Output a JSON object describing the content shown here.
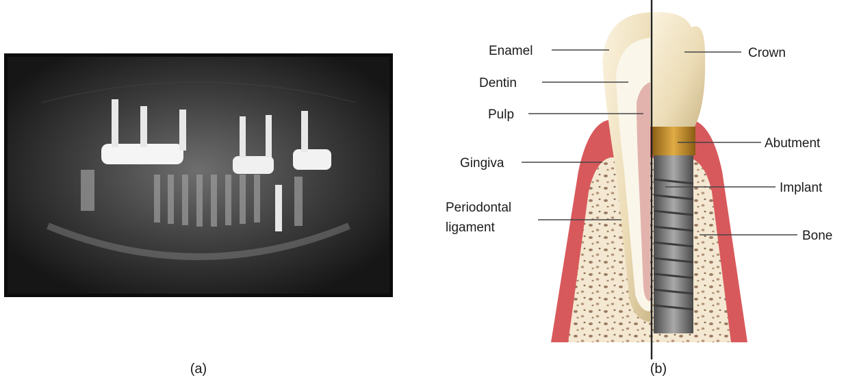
{
  "panel_a": {
    "caption": "(a)"
  },
  "panel_b": {
    "caption": "(b)",
    "labels_left": {
      "enamel": "Enamel",
      "dentin": "Dentin",
      "pulp": "Pulp",
      "gingiva": "Gingiva",
      "periodontal_line1": "Periodontal",
      "periodontal_line2": "ligament"
    },
    "labels_right": {
      "crown": "Crown",
      "abutment": "Abutment",
      "implant": "Implant",
      "bone": "Bone"
    }
  },
  "colors": {
    "gingiva": "#d8595c",
    "bone": "#f6ecd8",
    "enamel": "#f1e4c4",
    "pulp": "#e2b3ad",
    "abutment": "#c8922c",
    "implant": "#7b7b7b"
  }
}
